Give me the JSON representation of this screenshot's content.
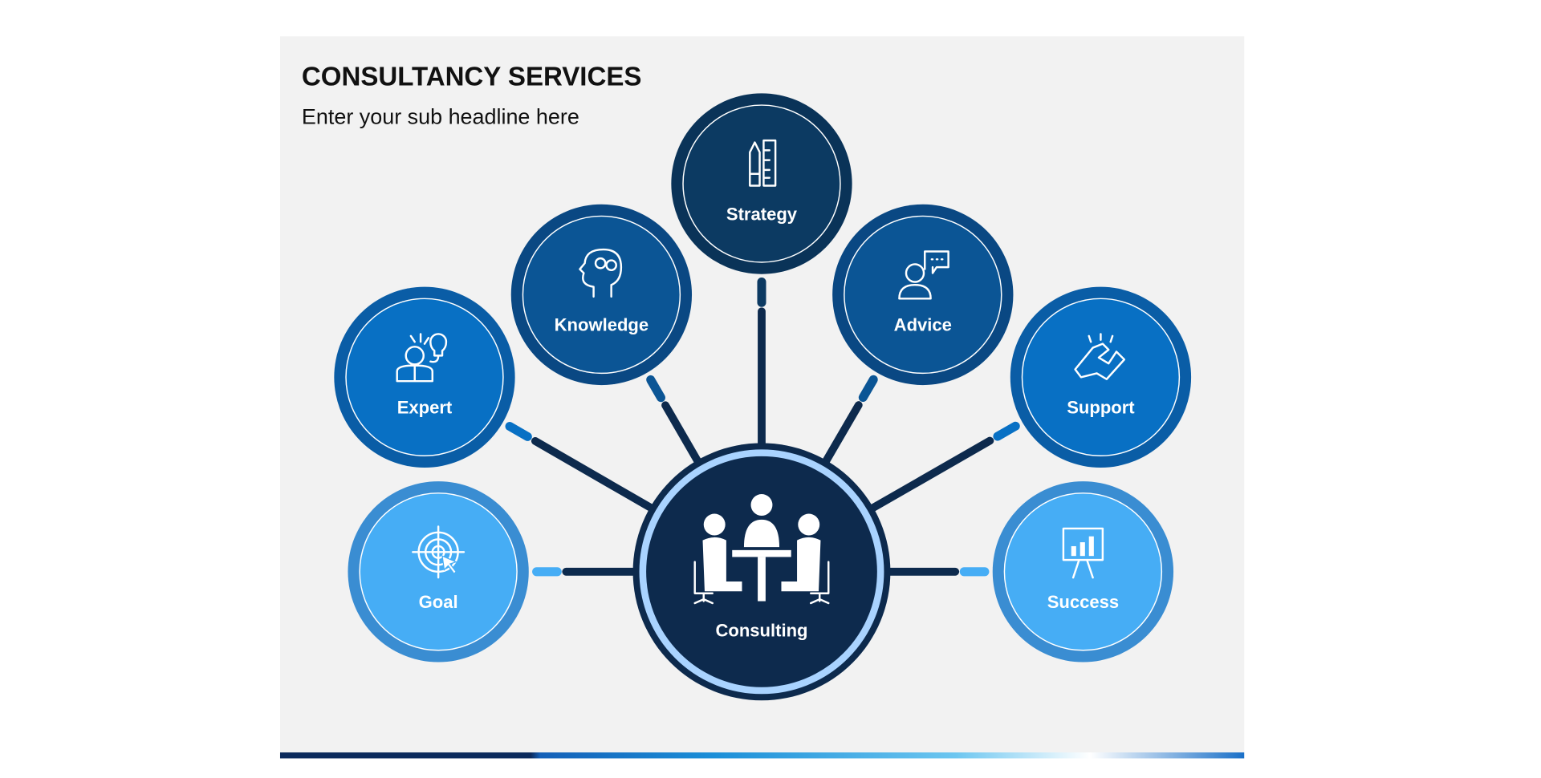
{
  "slide": {
    "title": "CONSULTANCY SERVICES",
    "subtitle": "Enter your sub headline here"
  },
  "center": {
    "label": "Consulting",
    "icon": "meeting-table-icon"
  },
  "nodes": [
    {
      "label": "Strategy",
      "icon": "pencil-ruler-icon",
      "color": "#0c3a62"
    },
    {
      "label": "Knowledge",
      "icon": "head-gears-icon",
      "color": "#0b5595"
    },
    {
      "label": "Advice",
      "icon": "person-speech-bubble-icon",
      "color": "#0b5595"
    },
    {
      "label": "Expert",
      "icon": "person-lightbulb-icon",
      "color": "#0870c4"
    },
    {
      "label": "Support",
      "icon": "handshake-icon",
      "color": "#0870c4"
    },
    {
      "label": "Goal",
      "icon": "target-cursor-icon",
      "color": "#46adf5"
    },
    {
      "label": "Success",
      "icon": "chart-presentation-icon",
      "color": "#46adf5"
    }
  ],
  "colors": {
    "center": "#0d2a4d",
    "center_ring": "#a9d3ff",
    "background": "#f2f2f2"
  }
}
